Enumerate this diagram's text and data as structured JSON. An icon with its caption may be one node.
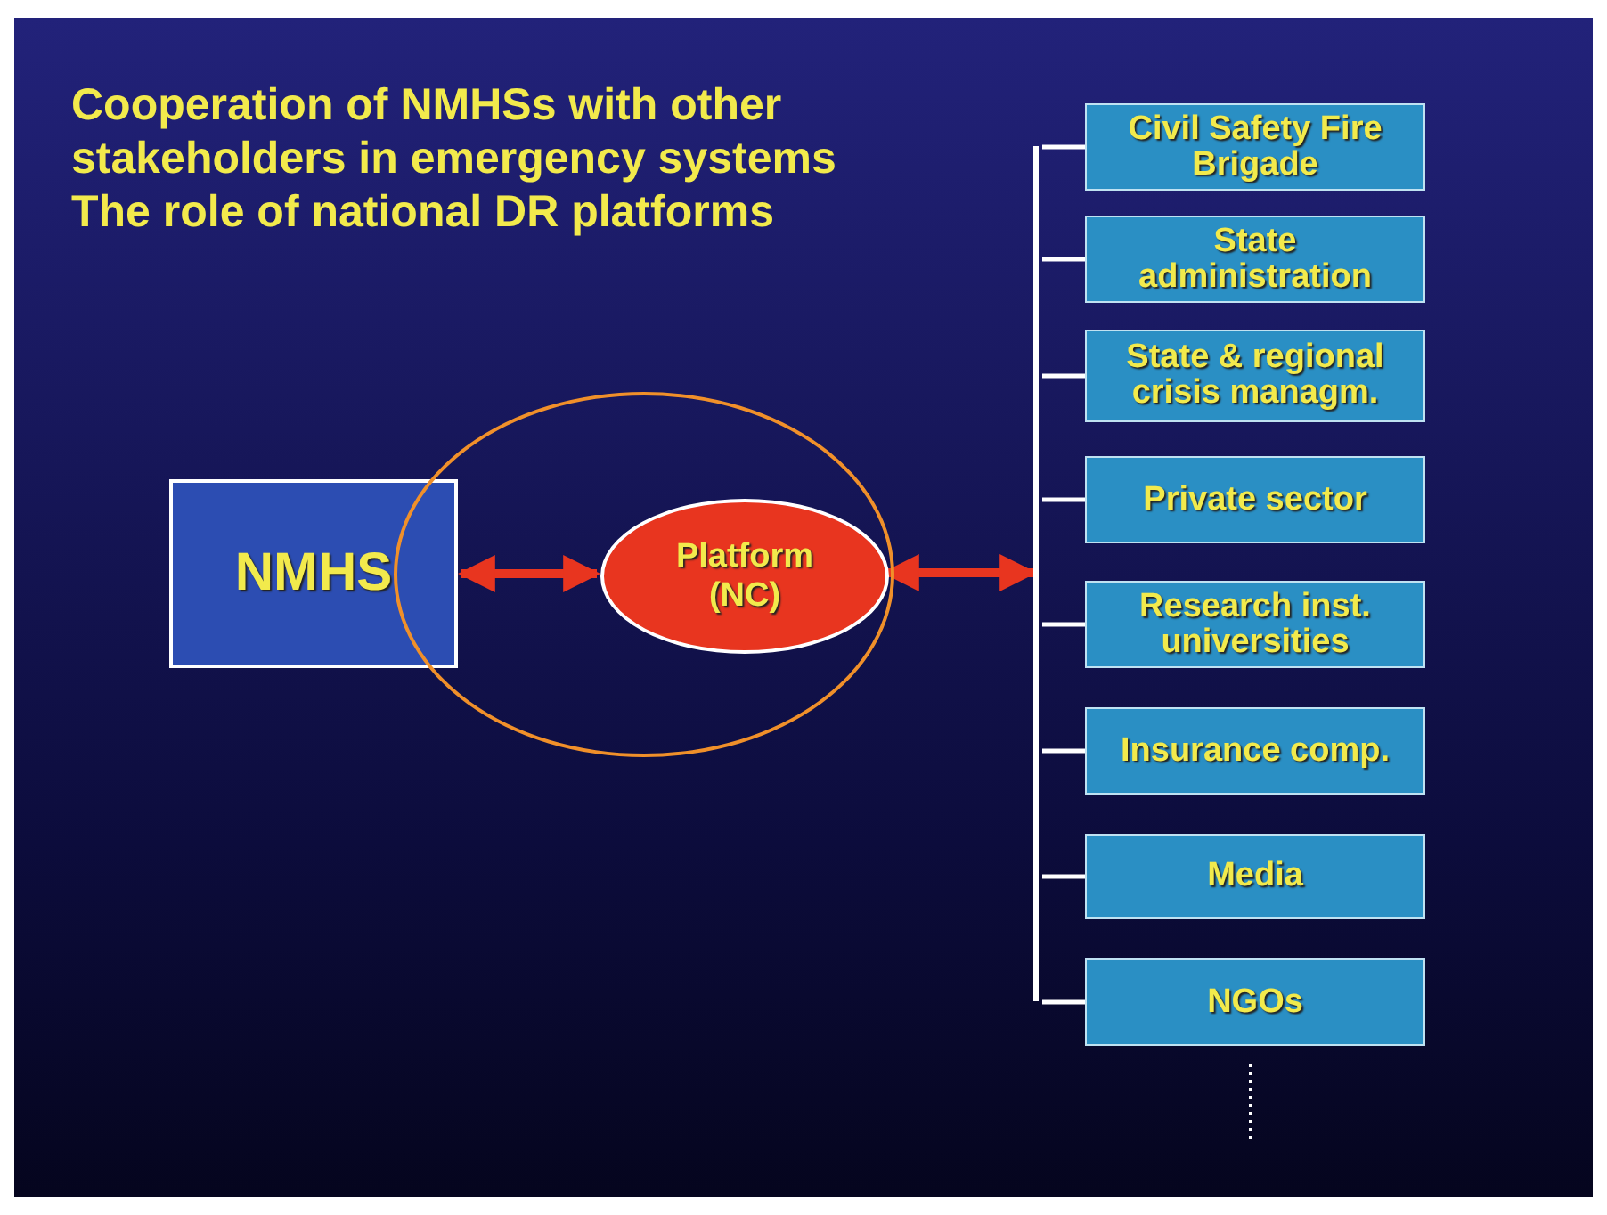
{
  "diagram": {
    "title": "Cooperation of NMHSs with other stakeholders in emergency systems",
    "nodes": [
      {
        "text": [
          "NMHS"
        ]
      },
      {
        "text": [],
        "shape": "circle"
      },
      {
        "text": [
          "Platform (NC)"
        ],
        "in": 1
      },
      {
        "text": [],
        "shape": "bar"
      },
      {
        "text": [
          "Civil Safety Fire Brigade"
        ]
      },
      {
        "text": [
          "State administration"
        ]
      },
      {
        "text": [
          "State & regional crisis managm."
        ]
      },
      {
        "text": [
          "Private sector"
        ]
      },
      {
        "text": [
          "Research inst. universities"
        ]
      },
      {
        "text": [
          "Insurance comp."
        ]
      },
      {
        "text": [
          "Media"
        ]
      },
      {
        "text": [
          "NGOs"
        ]
      }
    ],
    "edges": [
      {
        "from": 0,
        "to": 2,
        "arrow": "both",
        "style": "thick",
        "color": "#e8351f"
      },
      {
        "from": 2,
        "to": 3,
        "arrow": "both",
        "style": "thick",
        "color": "#e8351f"
      },
      {
        "from": 3,
        "to": 4,
        "arrow": "none"
      },
      {
        "from": 3,
        "to": 5,
        "arrow": "none"
      },
      {
        "from": 3,
        "to": 6,
        "arrow": "none"
      },
      {
        "from": 3,
        "to": 7,
        "arrow": "none"
      },
      {
        "from": 3,
        "to": 8,
        "arrow": "none"
      },
      {
        "from": 3,
        "to": 9,
        "arrow": "none"
      },
      {
        "from": 3,
        "to": 10,
        "arrow": "none"
      },
      {
        "from": 3,
        "to": 11,
        "arrow": "none"
      }
    ],
    "labels": [
      "The role of national DR platforms"
    ]
  }
}
